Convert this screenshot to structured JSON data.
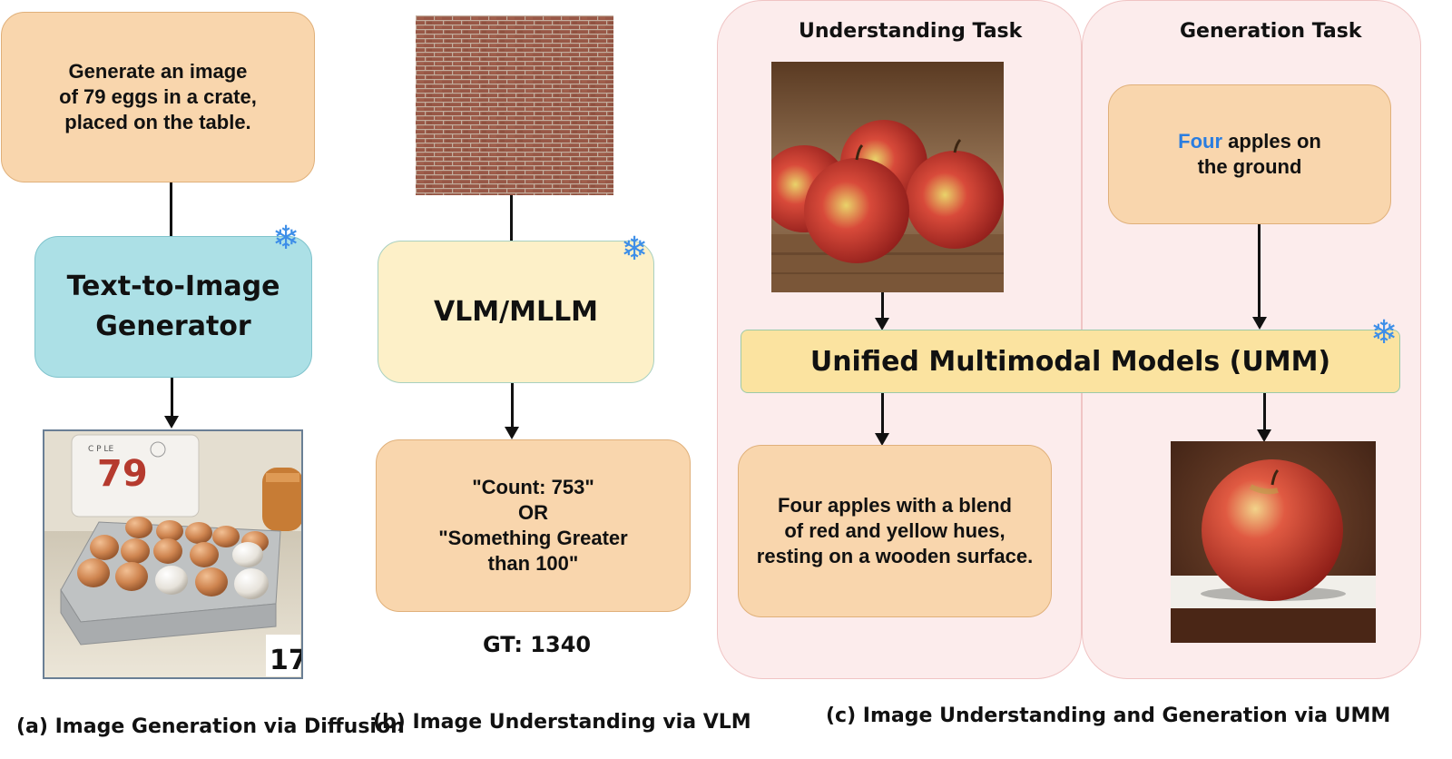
{
  "panel_a": {
    "prompt": "Generate an image\nof 79 eggs in a crate,\nplaced on the table.",
    "generator_label": "Text-to-Image\nGenerator",
    "output_image": {
      "calendar_text": "79",
      "calendar_small": "C P LE",
      "count_badge": "17"
    },
    "caption": "(a) Image Generation via Diffusion"
  },
  "panel_b": {
    "model_label": "VLM/MLLM",
    "output": "\"Count: 753\"\nOR\n\"Something Greater\nthan 100\"",
    "ground_truth": "GT: 1340",
    "caption": "(b) Image Understanding via VLM"
  },
  "panel_c": {
    "understanding_title": "Understanding Task",
    "generation_title": "Generation Task",
    "gen_prompt_highlight": "Four",
    "gen_prompt_rest": " apples on\nthe ground",
    "umm_label": "Unified Multimodal Models (UMM)",
    "understanding_output": "Four apples with a blend\nof red and yellow hues,\nresting on a wooden surface.",
    "caption": "(c) Image Understanding and Generation via UMM"
  },
  "colors": {
    "highlight_blue": "#2a7de0",
    "frozen_icon": "#3d8ee8",
    "orange_box": "#f9d6ad",
    "teal_box": "#ace0e6",
    "cream_box": "#fdf0c8",
    "umm_bar": "#fbe3a0",
    "panel_pink": "#fcecec"
  },
  "icons": {
    "frozen": "snowflake-icon"
  }
}
